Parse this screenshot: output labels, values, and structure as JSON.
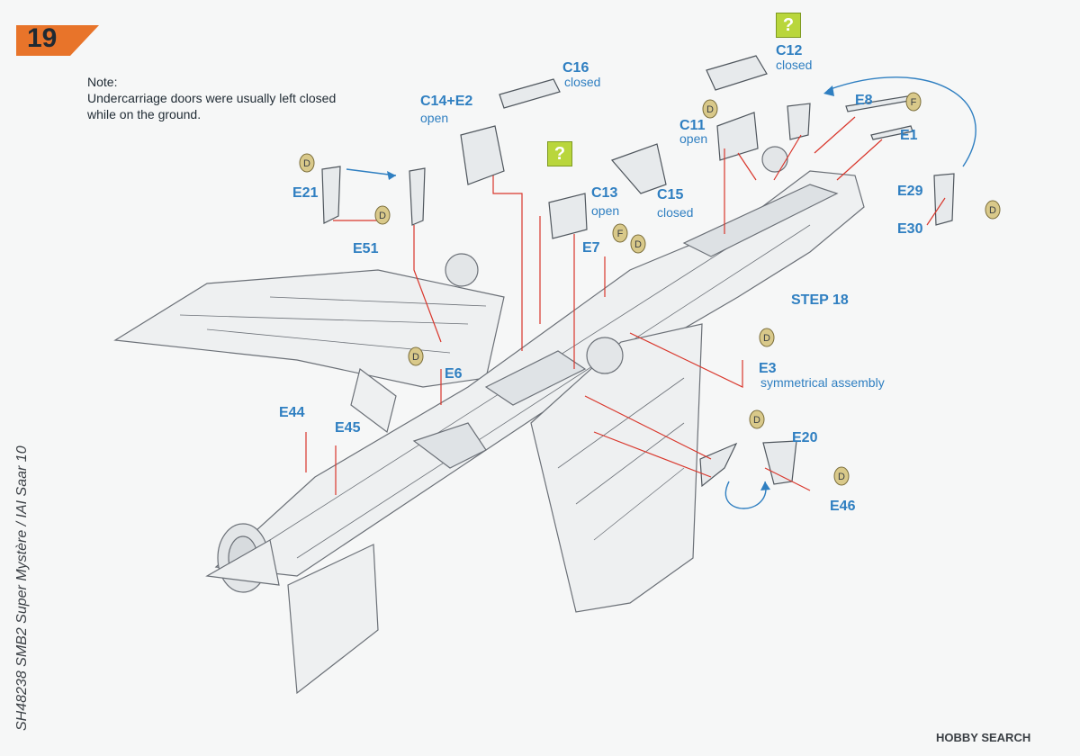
{
  "step": {
    "number": "19",
    "badge_color": "#e8742a"
  },
  "note": {
    "lines": [
      "Note:",
      "Undercarriage doors were usually left closed",
      "while on the ground."
    ]
  },
  "parts": {
    "c16": {
      "code": "C16",
      "state": "closed"
    },
    "c12": {
      "code": "C12",
      "state": "closed"
    },
    "c14e2": {
      "code": "C14+E2",
      "state": "open"
    },
    "c11": {
      "code": "C11",
      "state": "open"
    },
    "e8": {
      "code": "E8"
    },
    "e1": {
      "code": "E1"
    },
    "c13": {
      "code": "C13",
      "state": "open"
    },
    "c15": {
      "code": "C15",
      "state": "closed"
    },
    "e7": {
      "code": "E7"
    },
    "e21": {
      "code": "E21"
    },
    "e51": {
      "code": "E51"
    },
    "e29": {
      "code": "E29"
    },
    "e30": {
      "code": "E30"
    },
    "e6": {
      "code": "E6"
    },
    "e3": {
      "code": "E3",
      "state": "symmetrical assembly"
    },
    "e44": {
      "code": "E44"
    },
    "e45": {
      "code": "E45"
    },
    "e20": {
      "code": "E20"
    },
    "e46": {
      "code": "E46"
    }
  },
  "sprue_tags": {
    "d": "D",
    "f": "F"
  },
  "question_icon": "?",
  "step18_label": "STEP 18",
  "side_title": "SH48238 SMB2 Super Mystère / IAI Saar 10",
  "watermark": "HOBBY SEARCH",
  "colors": {
    "accent_blue": "#2f7fc1",
    "arrow_red": "#d9362b",
    "question_green": "#b9d63c",
    "sprue_tan": "#d9c98a"
  }
}
